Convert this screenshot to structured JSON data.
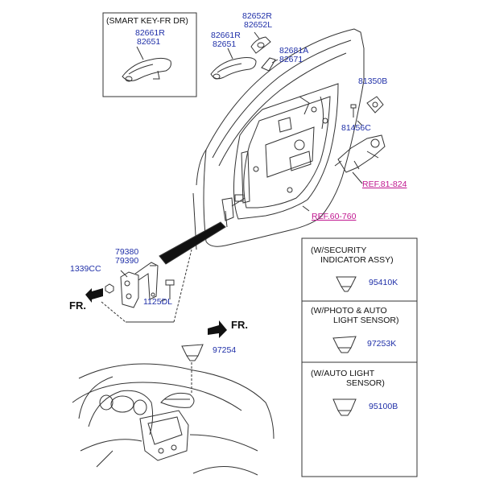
{
  "callouts": {
    "smart_key_box_title": "(SMART KEY-FR DR)",
    "smart_key_r": "82661R",
    "smart_key_l": "82651",
    "p82652r": "82652R",
    "p82652l": "82652L",
    "p82661r": "82661R",
    "p82651": "82651",
    "p82681a": "82681A",
    "p82671": "82671",
    "p81350b": "81350B",
    "p81456c": "81456C",
    "ref_81": "REF.81-824",
    "ref_60": "REF.60-760",
    "p79380": "79380",
    "p79390": "79390",
    "p1339cc": "1339CC",
    "p1125dl": "1125DL",
    "p97254": "97254",
    "fr_left": "FR.",
    "fr_right": "FR."
  },
  "options": {
    "security_title_1": "(W/SECURITY",
    "security_title_2": "INDICATOR ASSY)",
    "security_part": "95410K",
    "photo_title_1": "(W/PHOTO & AUTO",
    "photo_title_2": "LIGHT SENSOR)",
    "photo_part": "97253K",
    "auto_title_1": "(W/AUTO LIGHT",
    "auto_title_2": "SENSOR)",
    "auto_part": "95100B"
  },
  "colors": {
    "part_number": "#1f2fa8",
    "reference": "#c0168f",
    "line_art": "#333333"
  }
}
